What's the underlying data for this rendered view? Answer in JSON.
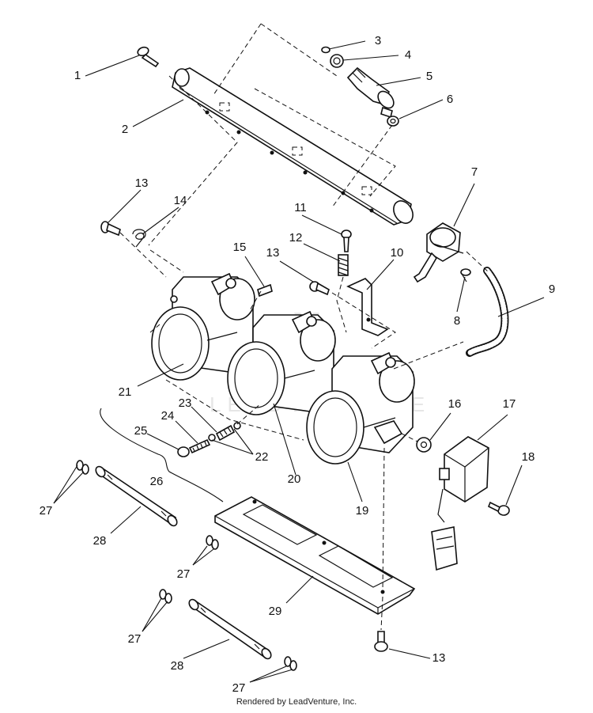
{
  "footer_text": "Rendered by LeadVenture, Inc.",
  "watermark_text": "LEADVENTURE",
  "callouts": {
    "c1": "1",
    "c2": "2",
    "c3": "3",
    "c4": "4",
    "c5": "5",
    "c6": "6",
    "c7": "7",
    "c8": "8",
    "c9": "9",
    "c10": "10",
    "c11": "11",
    "c12": "12",
    "c13a": "13",
    "c13b": "13",
    "c13c": "13",
    "c14": "14",
    "c15": "15",
    "c16": "16",
    "c17": "17",
    "c18": "18",
    "c19": "19",
    "c20": "20",
    "c21": "21",
    "c22": "22",
    "c23": "23",
    "c24": "24",
    "c25": "25",
    "c26": "26",
    "c27a": "27",
    "c27b": "27",
    "c27c": "27",
    "c27d": "27",
    "c28a": "28",
    "c28b": "28",
    "c29": "29"
  }
}
